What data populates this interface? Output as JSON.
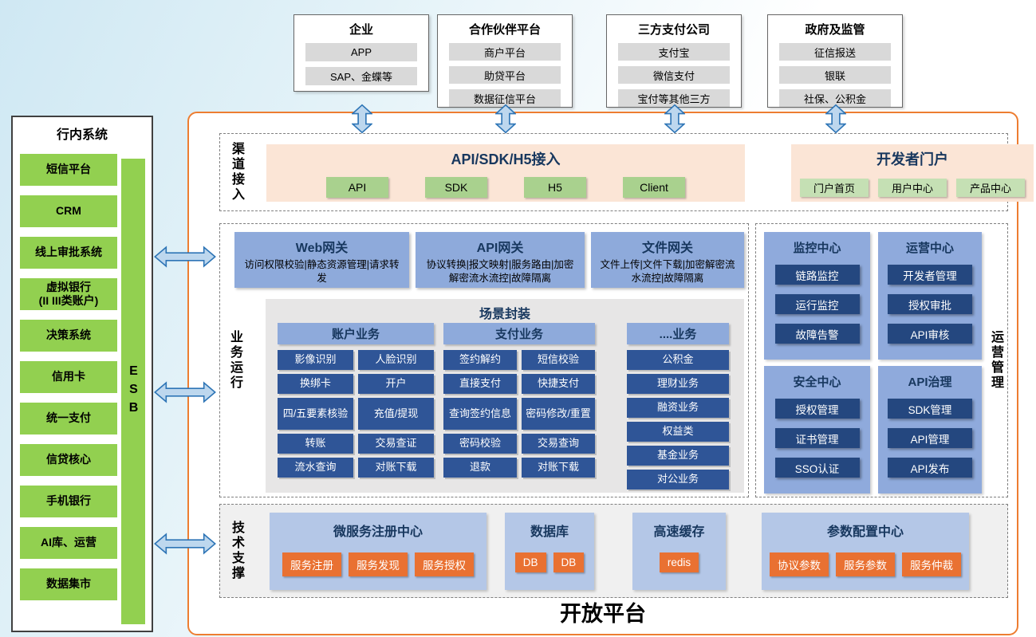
{
  "external": [
    {
      "title": "企业",
      "items": [
        "APP",
        "SAP、金蝶等"
      ]
    },
    {
      "title": "合作伙伴平台",
      "items": [
        "商户平台",
        "助贷平台",
        "数据征信平台"
      ]
    },
    {
      "title": "三方支付公司",
      "items": [
        "支付宝",
        "微信支付",
        "宝付等其他三方"
      ]
    },
    {
      "title": "政府及监管",
      "items": [
        "征信报送",
        "银联",
        "社保、公积金"
      ]
    }
  ],
  "sidebar": {
    "title": "行内系统",
    "esb": "ESB",
    "items": [
      "短信平台",
      "CRM",
      "线上审批系统",
      "虚拟银行\n(II III类账户)",
      "决策系统",
      "信用卡",
      "统一支付",
      "信贷核心",
      "手机银行",
      "AI库、运营",
      "数据集市"
    ]
  },
  "platform": {
    "footer_title": "开放平台",
    "channel": {
      "label": "渠道接入",
      "access": {
        "title": "API/SDK/H5接入",
        "buttons": [
          "API",
          "SDK",
          "H5",
          "Client"
        ]
      },
      "portal": {
        "title": "开发者门户",
        "buttons": [
          "门户首页",
          "用户中心",
          "产品中心"
        ]
      }
    },
    "business": {
      "label": "业务运行",
      "gateways": [
        {
          "title": "Web网关",
          "desc": "访问权限校验|静态资源管理|请求转发"
        },
        {
          "title": "API网关",
          "desc": "协议转换|报文映射|服务路由|加密解密流水流控|故障隔离"
        },
        {
          "title": "文件网关",
          "desc": "文件上传|文件下载|加密解密流水流控|故障隔离"
        }
      ],
      "scenario": {
        "title": "场景封装",
        "account": {
          "title": "账户业务",
          "items": [
            "影像识别",
            "人脸识别",
            "换绑卡",
            "开户",
            "四/五要素核验",
            "充值/提现",
            "转账",
            "交易查证",
            "流水查询",
            "对账下载"
          ]
        },
        "payment": {
          "title": "支付业务",
          "items": [
            "签约解约",
            "短信校验",
            "直接支付",
            "快捷支付",
            "查询签约信息",
            "密码修改/重置",
            "密码校验",
            "交易查询",
            "退款",
            "对账下载"
          ]
        },
        "other": {
          "title": "....业务",
          "items": [
            "公积金",
            "理财业务",
            "融资业务",
            "权益类",
            "基金业务",
            "对公业务"
          ]
        }
      }
    },
    "ops": {
      "label": "运营管理",
      "panels": [
        {
          "title": "监控中心",
          "items": [
            "链路监控",
            "运行监控",
            "故障告警"
          ]
        },
        {
          "title": "运营中心",
          "items": [
            "开发者管理",
            "授权审批",
            "API审核"
          ]
        },
        {
          "title": "安全中心",
          "items": [
            "授权管理",
            "证书管理",
            "SSO认证"
          ]
        },
        {
          "title": "API治理",
          "items": [
            "SDK管理",
            "API管理",
            "API发布"
          ]
        }
      ]
    },
    "tech": {
      "label": "技术支撑",
      "panels": [
        {
          "title": "微服务注册中心",
          "items": [
            "服务注册",
            "服务发现",
            "服务授权"
          ]
        },
        {
          "title": "数据库",
          "items": [
            "DB",
            "DB"
          ]
        },
        {
          "title": "高速缓存",
          "items": [
            "redis"
          ]
        },
        {
          "title": "参数配置中心",
          "items": [
            "协议参数",
            "服务参数",
            "服务仲裁"
          ]
        }
      ]
    }
  },
  "colors": {
    "platform_border": "#ED7D31",
    "peach": "#FBE5D6",
    "sidebar_green": "#92D050",
    "access_green": "#A9D18E",
    "portal_green": "#C5E0B4",
    "blue_header": "#8EAADB",
    "dark_blue_item": "#2F5597",
    "ops_panel_blue": "#8FAADC",
    "ops_button_navy": "#24477F",
    "tech_panel_blue": "#B4C7E7",
    "orange_button": "#E97132",
    "arrow_fill": "#BDD7EE",
    "arrow_stroke": "#2E75B6",
    "gray_item": "#D9D9D9"
  }
}
